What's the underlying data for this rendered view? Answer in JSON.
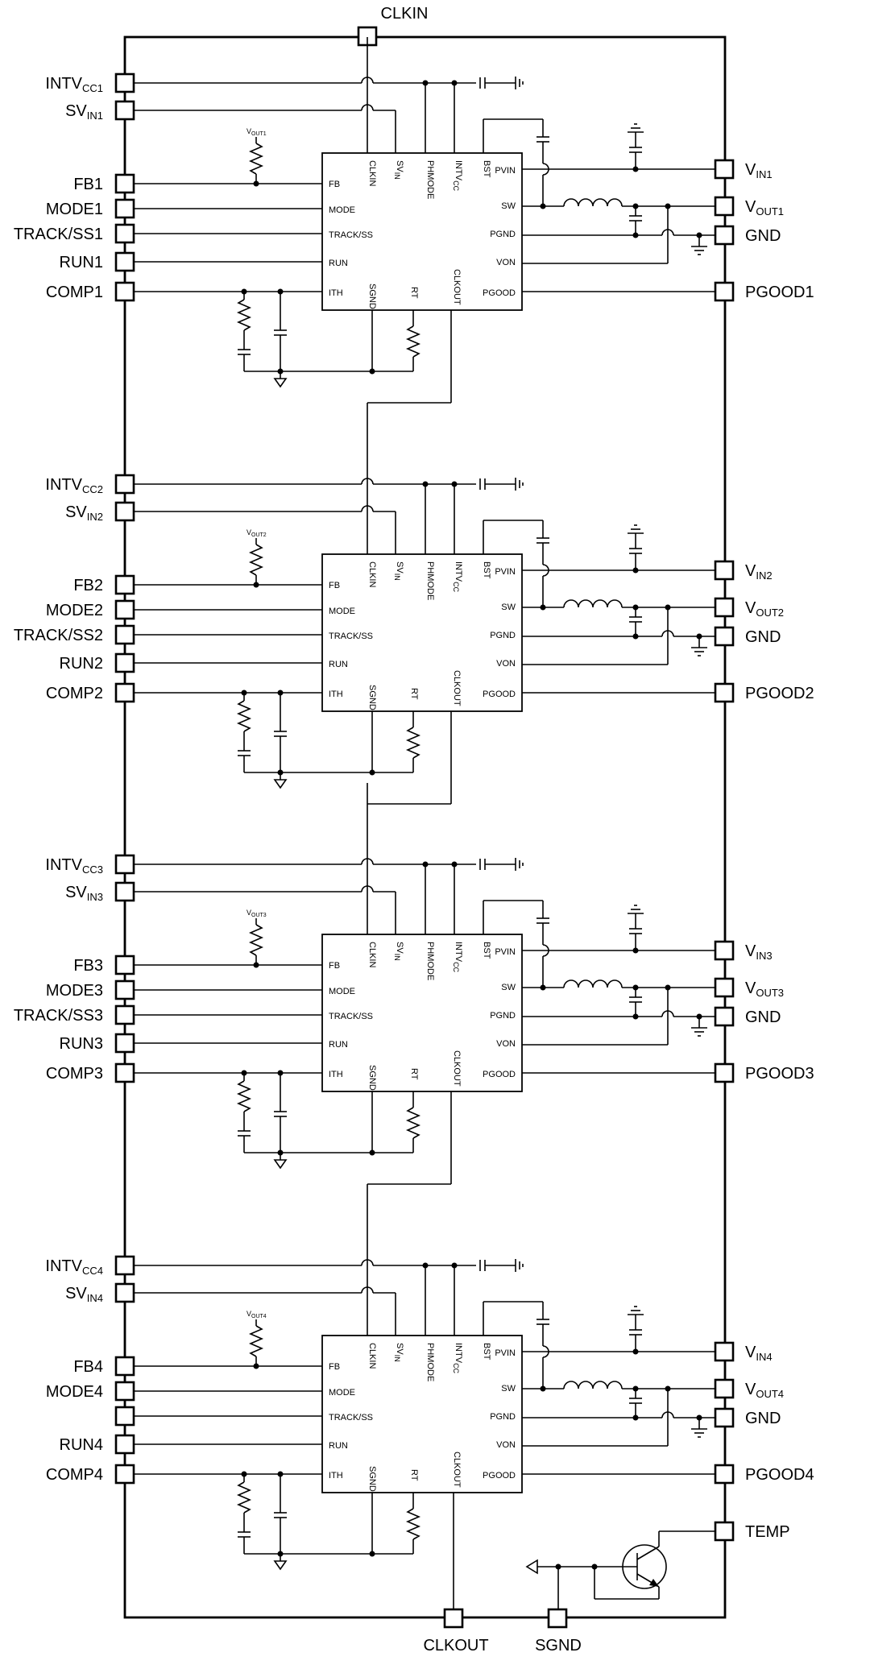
{
  "top_pin": "CLKIN",
  "bottom_pins": [
    "CLKOUT",
    "SGND"
  ],
  "temp_pin": "TEMP",
  "ground_pin": "GND",
  "chip_pins": {
    "clkin": "CLKIN",
    "svin_main": "SV",
    "svin_sub": "IN",
    "phmode": "PHMODE",
    "intvcc_main": "INTV",
    "intvcc_sub": "CC",
    "bst": "BST",
    "fb": "FB",
    "mode": "MODE",
    "track": "TRACK/SS",
    "run": "RUN",
    "ith": "ITH",
    "sgnd": "SGND",
    "rt": "RT",
    "clkout": "CLKOUT",
    "pvin": "PVIN",
    "sw": "SW",
    "pgnd": "PGND",
    "von": "VON",
    "pgood": "PGOOD"
  },
  "channels": [
    {
      "intvcc_main": "INTV",
      "intvcc_sub": "CC1",
      "svin_main": "SV",
      "svin_sub": "IN1",
      "fb": "FB1",
      "mode": "MODE1",
      "track": "TRACK/SS1",
      "run": "RUN1",
      "comp": "COMP1",
      "vin_main": "V",
      "vin_sub": "IN1",
      "vout_main": "V",
      "vout_sub": "OUT1",
      "pgood": "PGOOD1",
      "vref_main": "V",
      "vref_sub": "OUT1"
    },
    {
      "intvcc_main": "INTV",
      "intvcc_sub": "CC2",
      "svin_main": "SV",
      "svin_sub": "IN2",
      "fb": "FB2",
      "mode": "MODE2",
      "track": "TRACK/SS2",
      "run": "RUN2",
      "comp": "COMP2",
      "vin_main": "V",
      "vin_sub": "IN2",
      "vout_main": "V",
      "vout_sub": "OUT2",
      "pgood": "PGOOD2",
      "vref_main": "V",
      "vref_sub": "OUT2"
    },
    {
      "intvcc_main": "INTV",
      "intvcc_sub": "CC3",
      "svin_main": "SV",
      "svin_sub": "IN3",
      "fb": "FB3",
      "mode": "MODE3",
      "track": "TRACK/SS3",
      "run": "RUN3",
      "comp": "COMP3",
      "vin_main": "V",
      "vin_sub": "IN3",
      "vout_main": "V",
      "vout_sub": "OUT3",
      "pgood": "PGOOD3",
      "vref_main": "V",
      "vref_sub": "OUT3"
    },
    {
      "intvcc_main": "INTV",
      "intvcc_sub": "CC4",
      "svin_main": "SV",
      "svin_sub": "IN4",
      "fb": "FB4",
      "mode": "MODE4",
      "track": "",
      "run": "RUN4",
      "comp": "COMP4",
      "vin_main": "V",
      "vin_sub": "IN4",
      "vout_main": "V",
      "vout_sub": "OUT4",
      "pgood": "PGOOD4",
      "vref_main": "V",
      "vref_sub": "OUT4"
    }
  ]
}
